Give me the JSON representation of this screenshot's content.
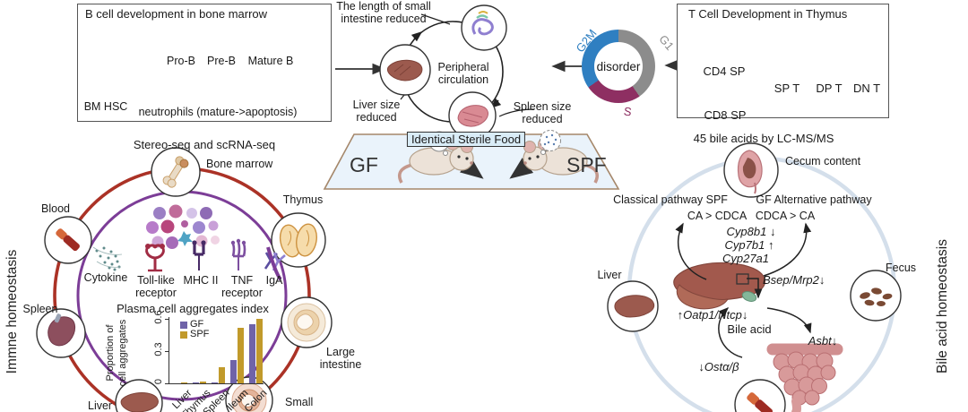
{
  "bcell_box": {
    "title": "B cell development in bone marrow",
    "bm_hsc": "BM HSC",
    "pro_b": "Pro-B",
    "pre_b": "Pre-B",
    "mature_b": "Mature B",
    "neutrophils": "neutrophils (mature->apoptosis)"
  },
  "central": {
    "top_label": "The length of small intestine reduced",
    "center_label": "Peripheral circulation",
    "liver_label": "Liver size reduced",
    "spleen_label": "Spleen size reduced"
  },
  "cell_cycle": {
    "center": "disorder",
    "g2m": "G2M",
    "g1": "G1",
    "s": "S",
    "colors": {
      "g2m": "#2f7fc1",
      "g1": "#8c8c8c",
      "s": "#8e2f62"
    }
  },
  "tcell_box": {
    "title": "T Cell Development in Thymus",
    "cd4": "CD4 SP",
    "cd8": "CD8 SP",
    "sp": "SP T",
    "dp": "DP T",
    "dn": "DN T"
  },
  "platform": {
    "food": "Identical Sterile Food",
    "gf": "GF",
    "spf": "SPF"
  },
  "immune": {
    "side_label": "Immne homeostasis",
    "title": "Stereo-seq and scRNA-seq",
    "nodes": {
      "bone_marrow": "Bone marrow",
      "blood": "Blood",
      "thymus": "Thymus",
      "spleen": "Spleen",
      "large_intestine": "Large intestine",
      "liver": "Liver",
      "small_intestine": "Small"
    },
    "markers": {
      "cytokine": "Cytokine",
      "tlr": "Toll-like receptor",
      "mhc": "MHC II",
      "tnf": "TNF receptor",
      "iga": "IgA"
    },
    "circle_colors": {
      "outer": "#ab3226",
      "inner": "#7c3d97"
    }
  },
  "chart_data": {
    "type": "bar",
    "title": "Plasma cell aggregates index",
    "ylabel": "Proportion of cell aggregates",
    "categories": [
      "Liver",
      "Thymus",
      "Spleen",
      "Ileum",
      "Colon"
    ],
    "series": [
      {
        "name": "GF",
        "color": "#6f63a8",
        "values": [
          0,
          0.01,
          0.01,
          0.22,
          0.55
        ]
      },
      {
        "name": "SPF",
        "color": "#c19a2b",
        "values": [
          0.01,
          0.02,
          0.15,
          0.52,
          0.6
        ]
      }
    ],
    "ylim": [
      0,
      0.6
    ],
    "yticks": [
      0,
      0.3,
      0.6
    ],
    "legend_position": "top-left",
    "grid": false
  },
  "bile": {
    "side_label": "Bile acid homeostasis",
    "title": "45 bile acids by LC-MS/MS",
    "cecum": "Cecum content",
    "classical": "Classical pathway SPF",
    "classical_ratio": "CA > CDCA",
    "alternative": "GF  Alternative pathway",
    "alternative_ratio": "CDCA > CA",
    "genes": [
      "Cyp8b1 ↓",
      "Cyp7b1 ↑",
      "Cyp27a1"
    ],
    "bsep": "Bsep/Mrp2↓",
    "oatp": "↑Oatp1/Ntcp↓",
    "bile_acid": "Bile acid",
    "asbt": "Asbt↓",
    "osta": "↓Ostα/β",
    "liver": "Liver",
    "fecus": "Fecus",
    "circle_color": "#d4dfeb"
  }
}
